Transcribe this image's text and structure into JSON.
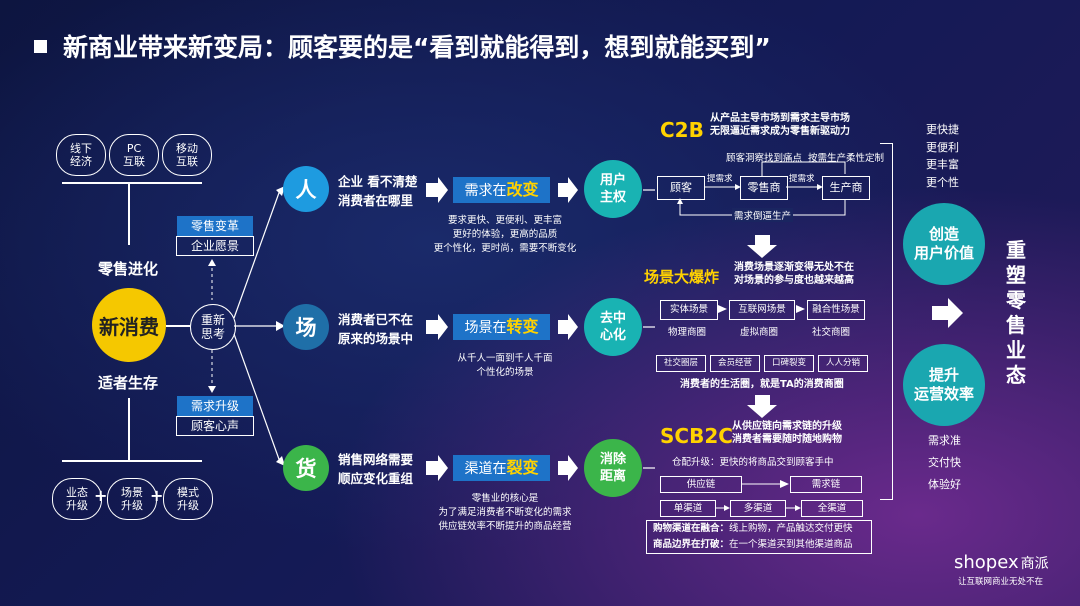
{
  "title": "新商业带来新变局：顾客要的是“看到就能得到，想到就能买到”",
  "left": {
    "top_ovals": [
      "线下\n经济",
      "PC\n互联",
      "移动\n互联"
    ],
    "retail_evolution": "零售进化",
    "center": "新消费",
    "survival": "适者生存",
    "rethink": "重新\n思考",
    "box1_top": "零售变革",
    "box1_bottom": "企业愿景",
    "box2_top": "需求升级",
    "box2_bottom": "顾客心声",
    "bottom_ovals": [
      "业态\n升级",
      "场景\n升级",
      "模式\n升级"
    ],
    "plus": "+"
  },
  "rows": [
    {
      "cat": "人",
      "desc": "企业 看不清楚\n消费者在哪里",
      "box_pre": "需求在",
      "box_key": "改变",
      "notes": "要求更快、更便利、更丰富\n更好的体验，更高的品质\n更个性化，更时尚，需要不断变化",
      "result": "用户\n主权"
    },
    {
      "cat": "场",
      "desc": "消费者已不在\n原来的场景中",
      "box_pre": "场景在",
      "box_key": "转变",
      "notes": "从千人一面到千人千面\n个性化的场景",
      "result": "去中\n心化"
    },
    {
      "cat": "货",
      "desc": "销售网络需要\n顺应变化重组",
      "box_pre": "渠道在",
      "box_key": "裂变",
      "notes": "零售业的核心是\n为了满足消费者不断变化的需求\n供应链效率不断提升的商品经营",
      "result": "消除\n距离"
    }
  ],
  "c2b": {
    "title": "C2B",
    "sub": "从产品主导市场到需求主导市场\n无限逼近需求成为零售新驱动力",
    "label_a": "顾客洞察找到痛点",
    "label_b": "按需生产柔性定制",
    "n1": "顾客",
    "n2": "零售商",
    "n3": "生产商",
    "a1": "提需求",
    "a2": "提需求",
    "bottom": "需求倒逼生产"
  },
  "scene": {
    "title": "场景大爆炸",
    "sub": "消费场景逐渐变得无处不在\n对场景的参与度也越来越高",
    "boxes": [
      "实体场景",
      "互联网场景",
      "融合性场景"
    ],
    "labels": [
      "物理商圈",
      "虚拟商圈",
      "社交商圈"
    ],
    "tags": [
      "社交圈层",
      "会员经营",
      "口碑裂变",
      "人人分销"
    ],
    "bottom": "消费者的生活圈，就是TA的消费商圈"
  },
  "scb2c": {
    "title": "SCB2C",
    "sub": "从供应链向需求链的升级\n消费者需要随时随地购物",
    "line": "仓配升级：更快的将商品交到顾客手中",
    "s1": "供应链",
    "s2": "需求链",
    "c1": "单渠道",
    "c2": "多渠道",
    "c3": "全渠道",
    "bottom_a_key": "购物渠道在融合：",
    "bottom_a": "线上购物，产品触达交付更快",
    "bottom_b_key": "商品边界在打破：",
    "bottom_b": "在一个渠道买到其他渠道商品"
  },
  "right": {
    "top_list": [
      "更快捷",
      "更便利",
      "更丰富",
      "更个性"
    ],
    "v1": "创造\n用户价值",
    "v2": "提升\n运营效率",
    "bottom_list": [
      "需求准",
      "交付快",
      "体验好"
    ],
    "final": "重塑零售业态"
  },
  "logo": {
    "brand": "shopex",
    "cn": "商派",
    "slogan": "让互联网商业无处不在"
  },
  "colors": {
    "yellow": "#f5c800",
    "blue": "#1e73c8",
    "teal": "#19b3b3",
    "green": "#3bb54a",
    "cat_ren": "#1e9be0",
    "cat_chang": "#1f6fa8",
    "cat_huo": "#3bb54a"
  }
}
